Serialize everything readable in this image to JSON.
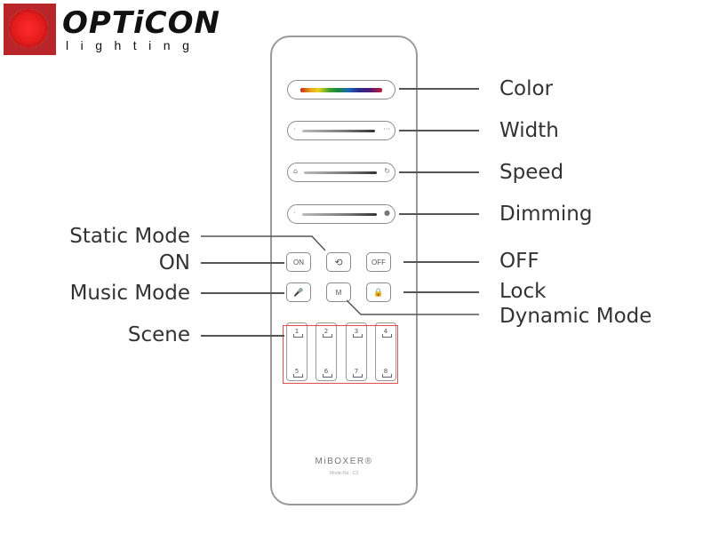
{
  "logo": {
    "name": "OPTiCON",
    "subtitle": "lighting",
    "colors": {
      "box": "#b8262a",
      "ring": "#e41b1b"
    }
  },
  "remote": {
    "brand": "MiBOXER®",
    "model": "Model No.: C3",
    "sliders": [
      {
        "id": "color",
        "left_icon": "",
        "right_icon": "",
        "track": "rainbow"
      },
      {
        "id": "width",
        "left_icon": "·",
        "right_icon": "···",
        "track": "grey"
      },
      {
        "id": "speed",
        "left_icon": "⌂",
        "right_icon": "↻",
        "track": "grey"
      },
      {
        "id": "dimming",
        "left_icon": "·",
        "right_icon": "●",
        "track": "grey"
      }
    ],
    "buttons_row1": [
      {
        "id": "on",
        "label": "ON"
      },
      {
        "id": "static-mode",
        "label": "⟲"
      },
      {
        "id": "off",
        "label": "OFF"
      }
    ],
    "buttons_row2": [
      {
        "id": "music-mode",
        "label": "🎤"
      },
      {
        "id": "dynamic-mode",
        "label": "M"
      },
      {
        "id": "lock",
        "label": "🔒"
      }
    ],
    "scenes": {
      "top": [
        "1",
        "2",
        "3",
        "4"
      ],
      "bottom": [
        "5",
        "6",
        "7",
        "8"
      ]
    }
  },
  "labels": {
    "right": {
      "color": "Color",
      "width": "Width",
      "speed": "Speed",
      "dimming": "Dimming",
      "off": "OFF",
      "lock": "Lock",
      "dynamic_mode": "Dynamic Mode"
    },
    "left": {
      "static_mode": "Static Mode",
      "on": "ON",
      "music_mode": "Music Mode",
      "scene": "Scene"
    }
  }
}
